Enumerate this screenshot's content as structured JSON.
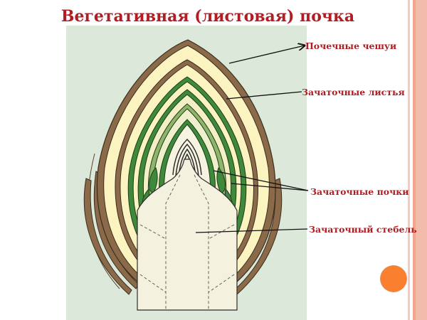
{
  "slide": {
    "title": "Вегетативная (листовая) почка",
    "labels": {
      "bud_scales": "Почечные чешуи",
      "leaf_primordia": "Зачаточные листья",
      "bud_primordia": "Зачаточные почки",
      "stem_primordium": "Зачаточный стебель"
    },
    "colors": {
      "title": "#b01d23",
      "panel_bg": "#dbe8da",
      "scale_brown": "#8a6a48",
      "scale_fill": "#fbf3c0",
      "leaf_green": "#3f8a3a",
      "leaf_light": "#8fb56a",
      "stem_fill": "#f4f2df",
      "accent_dot": "#fa7f2e",
      "stripe": "#f1b3a0"
    }
  }
}
